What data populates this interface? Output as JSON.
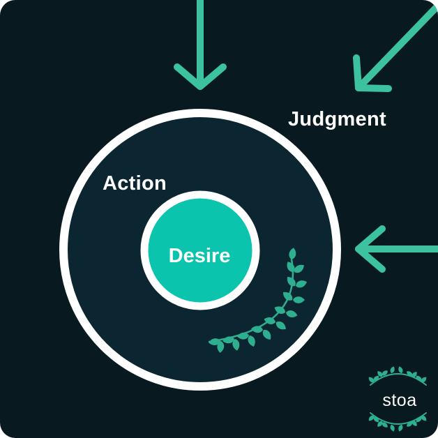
{
  "diagram": {
    "outer_label": "Judgment",
    "middle_label": "Action",
    "inner_label": "Desire"
  },
  "brand": {
    "name": "stoa"
  },
  "colors": {
    "background": "#081a20",
    "ring_fill": "#0b2630",
    "ring_stroke": "#ffffff",
    "accent": "#0bc4ae",
    "arrow": "#3cc29f",
    "laurel": "#2eaf90",
    "text": "#ffffff"
  },
  "icons": [
    "arrow-down-icon",
    "arrow-down-left-icon",
    "arrow-left-icon",
    "laurel-branch-icon",
    "laurel-wreath-icon"
  ]
}
